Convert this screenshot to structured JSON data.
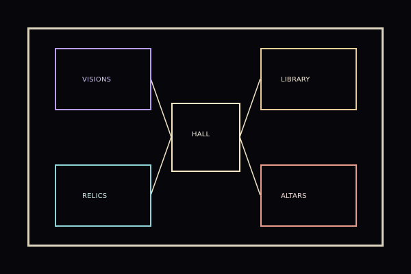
{
  "diagram": {
    "frame_color": "#ddd5c0",
    "link_color": "#f0e4c8",
    "rooms": [
      {
        "id": "visions",
        "label": "VISIONS",
        "color": "#b79cf0",
        "text_color": "#cfc4ec"
      },
      {
        "id": "library",
        "label": "LIBRARY",
        "color": "#e8cc98",
        "text_color": "#ede2cc"
      },
      {
        "id": "hall",
        "label": "HALL",
        "color": "#f8e6c4",
        "text_color": "#ece6dc"
      },
      {
        "id": "relics",
        "label": "RELICS",
        "color": "#8ed4d8",
        "text_color": "#cde8ea"
      },
      {
        "id": "altars",
        "label": "ALTARS",
        "color": "#e89c8c",
        "text_color": "#ecd8d4"
      }
    ],
    "links": [
      {
        "from": "visions",
        "to": "hall"
      },
      {
        "from": "relics",
        "to": "hall"
      },
      {
        "from": "hall",
        "to": "library"
      },
      {
        "from": "hall",
        "to": "altars"
      }
    ]
  }
}
